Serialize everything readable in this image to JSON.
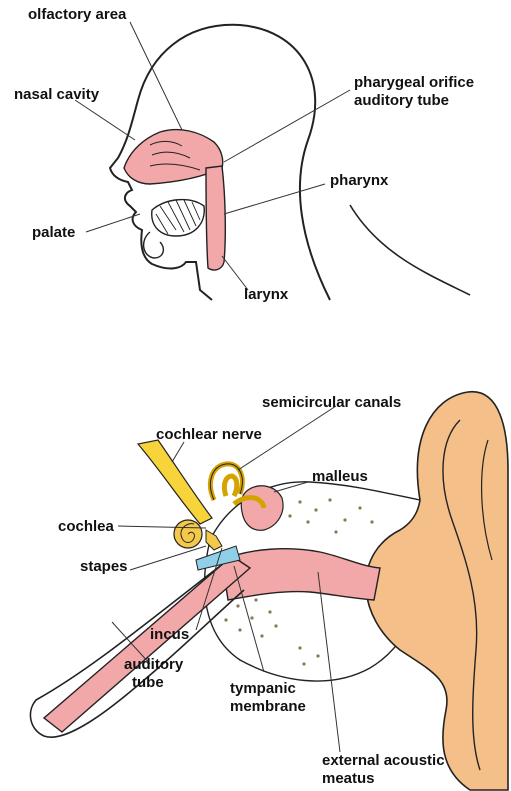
{
  "head_diagram": {
    "labels": {
      "olfactory_area": "olfactory area",
      "nasal_cavity": "nasal cavity",
      "pharyngeal_orifice_line1": "pharygeal orifice",
      "pharyngeal_orifice_line2": "auditory tube",
      "pharynx": "pharynx",
      "palate": "palate",
      "larynx": "larynx"
    }
  },
  "ear_diagram": {
    "labels": {
      "semicircular_canals": "semicircular canals",
      "cochlear_nerve": "cochlear nerve",
      "malleus": "malleus",
      "cochlea": "cochlea",
      "stapes": "stapes",
      "incus": "incus",
      "auditory_tube_line1": "auditory",
      "auditory_tube_line2": "tube",
      "tympanic_membrane_line1": "tympanic",
      "tympanic_membrane_line2": "membrane",
      "external_acoustic_meatus_line1": "external acoustic",
      "external_acoustic_meatus_line2": "meatus"
    }
  },
  "colors": {
    "airway_pink": "#f2a7a9",
    "outer_ear_tan": "#f5bf8a",
    "nerve_yellow": "#f7d43a",
    "cochlea_yellow": "#f4c84a",
    "membrane_cyan": "#8fd0e8",
    "outline": "#222222"
  }
}
